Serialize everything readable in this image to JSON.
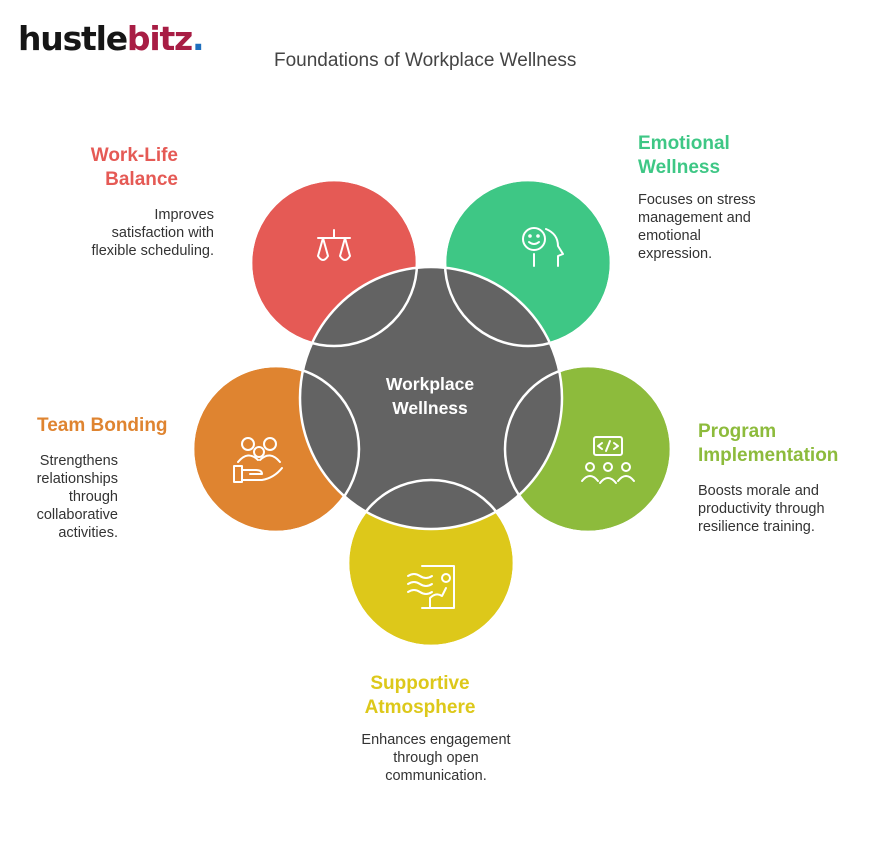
{
  "brand": {
    "part1": "hustle",
    "part2": "bitz",
    "dot": "."
  },
  "title": "Foundations of Workplace Wellness",
  "center": {
    "label": "Workplace Wellness",
    "color": "#636363"
  },
  "sections": {
    "work_life": {
      "heading": "Work-Life Balance",
      "description": "Improves satisfaction with flexible scheduling.",
      "color": "#e55a55",
      "icon": "balance-scale-icon"
    },
    "emotional": {
      "heading": "Emotional Wellness",
      "description": "Focuses on stress management and emotional expression.",
      "color": "#3ec785",
      "icon": "smiling-head-icon"
    },
    "program": {
      "heading": "Program Implementation",
      "description": "Boosts morale and productivity through resilience training.",
      "color": "#8dbb3c",
      "icon": "team-code-screen-icon"
    },
    "supportive": {
      "heading": "Supportive Atmosphere",
      "description": "Enhances engagement through open communication.",
      "color": "#ddc81a",
      "icon": "warm-document-icon"
    },
    "team": {
      "heading": "Team Bonding",
      "description": "Strengthens relationships through collaborative activities.",
      "color": "#df8430",
      "icon": "people-in-hand-icon"
    }
  }
}
